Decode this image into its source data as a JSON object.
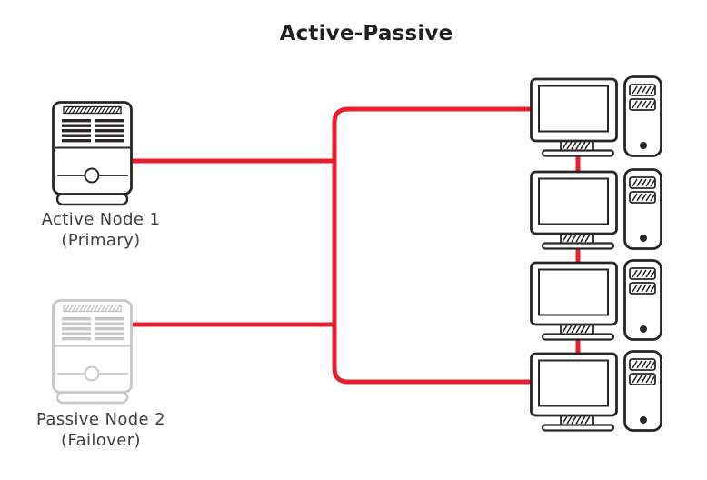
{
  "title": "Active-Passive",
  "colors": {
    "connection_red": "#e5202e",
    "icon_ink": "#2a2627",
    "passive_gray": "#c7c7c7",
    "label_text": "#414042",
    "title_text": "#231f20",
    "background": "#ffffff"
  },
  "nodes": {
    "active": {
      "label_line1": "Active Node 1",
      "label_line2": "(Primary)",
      "icon": "server-icon",
      "state": "active"
    },
    "passive": {
      "label_line1": "Passive Node 2",
      "label_line2": "(Failover)",
      "icon": "server-icon",
      "state": "passive"
    }
  },
  "clients": {
    "icon": "workstation-icon",
    "count": 4,
    "topology": "daisy-chain between workstations; top and bottom workstations joined to shared red trunk; active node and passive node each linked to trunk"
  }
}
